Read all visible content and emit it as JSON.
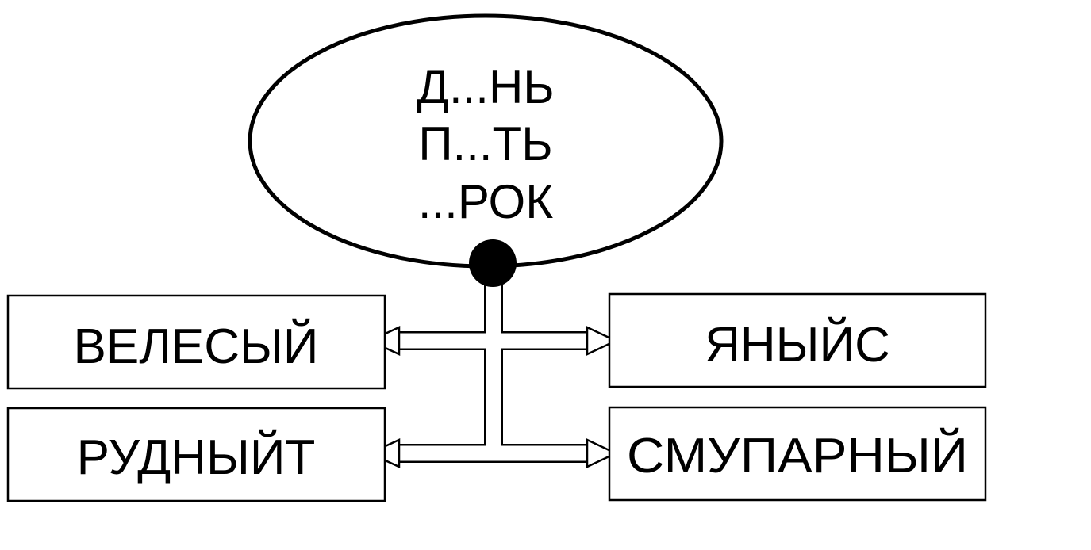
{
  "ellipse": {
    "lines": [
      "Д...НЬ",
      "П...ТЬ",
      "...РОК"
    ]
  },
  "boxes": {
    "top_left": "ВЕЛЕСЫЙ",
    "bottom_left": "РУДНЫЙТ",
    "top_right": "ЯНЫЙС",
    "bottom_right": "СМУПАРНЫЙ"
  },
  "colors": {
    "stroke": "#000000",
    "background": "#ffffff"
  }
}
